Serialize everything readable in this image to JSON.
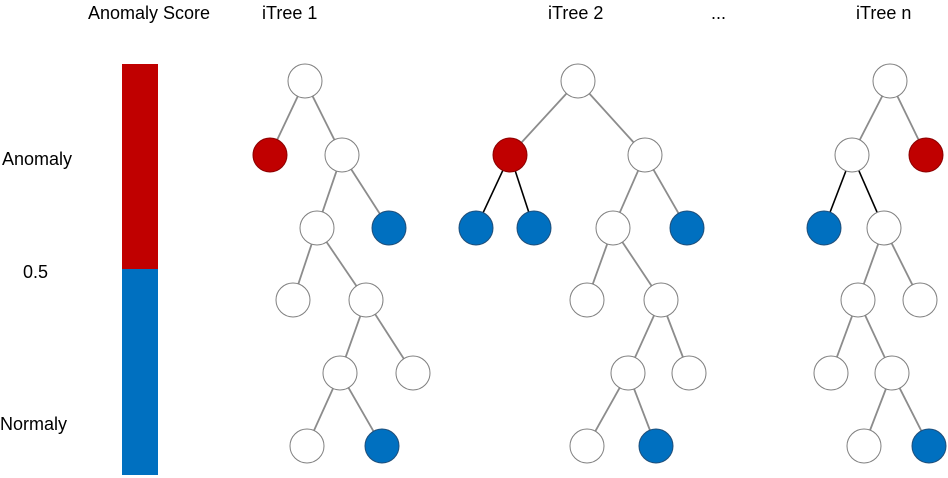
{
  "header": {
    "score_title": "Anomaly Score",
    "tree_titles": [
      "iTree 1",
      "iTree 2",
      "iTree n"
    ],
    "ellipsis": "..."
  },
  "scale": {
    "anomaly_label": "Anomaly",
    "mid_value": "0.5",
    "normal_label": "Normaly"
  },
  "colors": {
    "anomaly": "#C00000",
    "normal": "#0070C0",
    "node_empty": "#ffffff",
    "node_stroke": "#7f7f7f",
    "edge": "#8c8c8c",
    "edge_dark": "#000000"
  }
}
